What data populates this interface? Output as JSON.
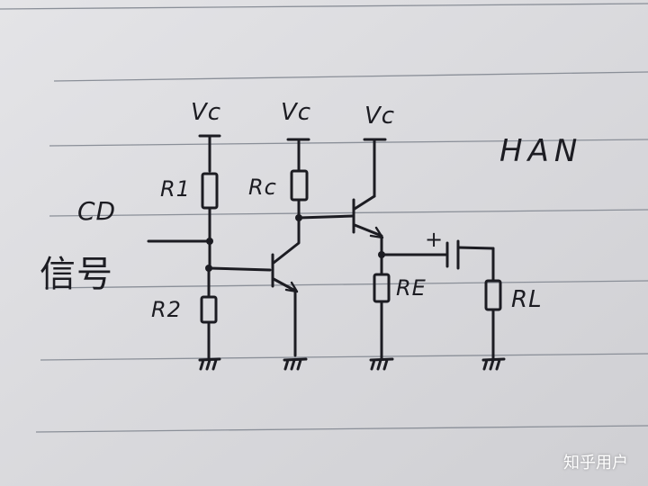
{
  "labels": {
    "vc_1": "Vc",
    "vc_2": "Vc",
    "vc_3": "Vc",
    "signature": "HAN",
    "cd": "CD",
    "signal": "信号",
    "r1": "R1",
    "r2": "R2",
    "rc": "Rc",
    "re": "RE",
    "rl": "RL",
    "plus": "+"
  },
  "watermark": "知乎用户"
}
